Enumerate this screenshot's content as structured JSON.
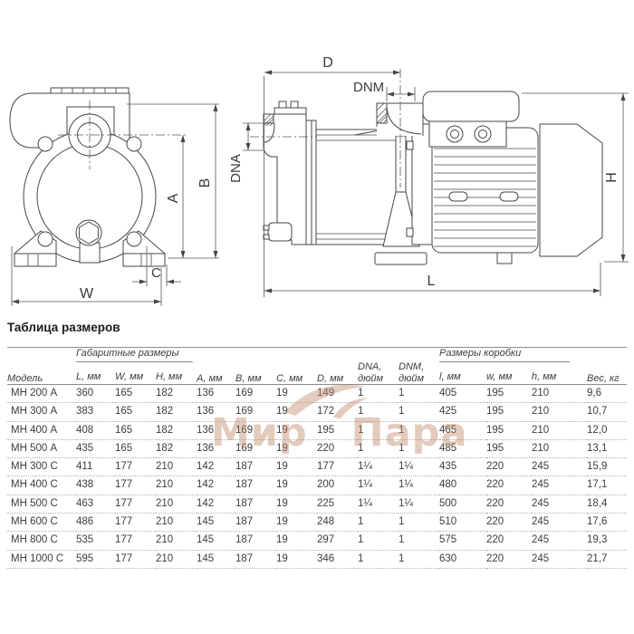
{
  "drawing": {
    "labels": {
      "a": "A",
      "b": "B",
      "c": "C",
      "w": "W",
      "d": "D",
      "dnm": "DNM",
      "dna": "DNA",
      "h": "H",
      "l": "L"
    }
  },
  "watermark": {
    "text": "Мир Пара",
    "color": "#bd8663"
  },
  "table": {
    "title": "Таблица размеров",
    "headers": {
      "model": "Модель",
      "overall_group": "Габаритные размеры",
      "l_mm": "L, мм",
      "w_mm": "W, мм",
      "h_mm": "H, мм",
      "a_mm": "A, мм",
      "b_mm": "B, мм",
      "c_mm": "C, мм",
      "d_mm": "D, мм",
      "dna_line1": "DNA,",
      "dna_line2": "дюйм",
      "dnm_line1": "DNM,",
      "dnm_line2": "дюйм",
      "box_group": "Размеры коробки",
      "bl_mm": "l, мм",
      "bw_mm": "w, мм",
      "bh_mm": "h, мм",
      "weight": "Вес, кг"
    },
    "rows": [
      {
        "model": "МН 200 А",
        "cells": [
          "360",
          "165",
          "182",
          "136",
          "169",
          "19",
          "149",
          "1",
          "1",
          "405",
          "195",
          "210",
          "9,6"
        ]
      },
      {
        "model": "МН 300 А",
        "cells": [
          "383",
          "165",
          "182",
          "136",
          "169",
          "19",
          "172",
          "1",
          "1",
          "425",
          "195",
          "210",
          "10,7"
        ]
      },
      {
        "model": "МН 400 А",
        "cells": [
          "408",
          "165",
          "182",
          "136",
          "169",
          "19",
          "195",
          "1",
          "1",
          "465",
          "195",
          "210",
          "12,0"
        ]
      },
      {
        "model": "МН 500 А",
        "cells": [
          "435",
          "165",
          "182",
          "136",
          "169",
          "19",
          "220",
          "1",
          "1",
          "485",
          "195",
          "210",
          "13,1"
        ]
      },
      {
        "model": "МН 300 С",
        "cells": [
          "411",
          "177",
          "210",
          "142",
          "187",
          "19",
          "177",
          "1¼",
          "1¼",
          "435",
          "220",
          "245",
          "15,9"
        ]
      },
      {
        "model": "МН 400 С",
        "cells": [
          "438",
          "177",
          "210",
          "142",
          "187",
          "19",
          "200",
          "1¼",
          "1¼",
          "480",
          "220",
          "245",
          "17,1"
        ]
      },
      {
        "model": "МН 500 С",
        "cells": [
          "463",
          "177",
          "210",
          "142",
          "187",
          "19",
          "225",
          "1¼",
          "1¼",
          "500",
          "220",
          "245",
          "18,4"
        ]
      },
      {
        "model": "МН 600 С",
        "cells": [
          "486",
          "177",
          "210",
          "145",
          "187",
          "19",
          "248",
          "1",
          "1",
          "510",
          "220",
          "245",
          "17,6"
        ]
      },
      {
        "model": "МН 800 С",
        "cells": [
          "535",
          "177",
          "210",
          "145",
          "187",
          "19",
          "297",
          "1",
          "1",
          "575",
          "220",
          "245",
          "19,3"
        ]
      },
      {
        "model": "МН 1000 С",
        "cells": [
          "595",
          "177",
          "210",
          "145",
          "187",
          "19",
          "346",
          "1",
          "1",
          "630",
          "220",
          "245",
          "21,7"
        ]
      }
    ]
  }
}
